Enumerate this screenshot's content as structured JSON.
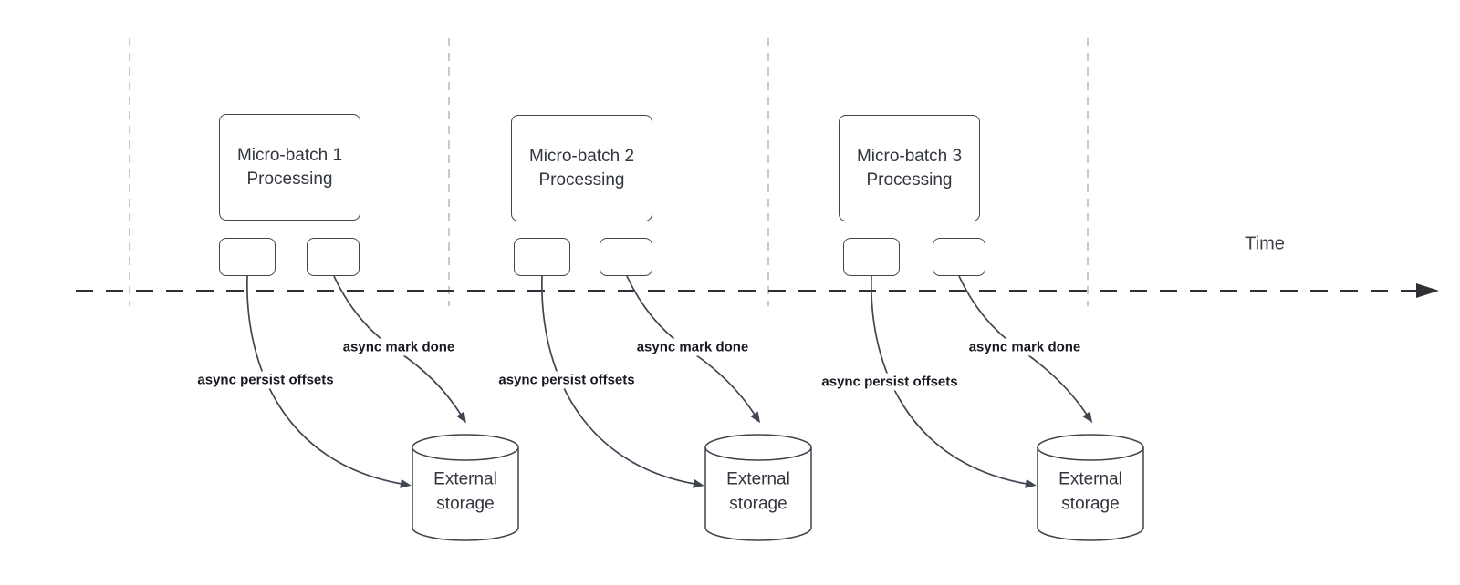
{
  "time_axis": {
    "label": "Time"
  },
  "groups": [
    {
      "box_label": "Micro-batch 1\nProcessing",
      "persist_label": "async persist offsets",
      "mark_done_label": "async mark done",
      "storage_label": "External\nstorage"
    },
    {
      "box_label": "Micro-batch 2\nProcessing",
      "persist_label": "async persist offsets",
      "mark_done_label": "async mark done",
      "storage_label": "External\nstorage"
    },
    {
      "box_label": "Micro-batch 3\nProcessing",
      "persist_label": "async persist offsets",
      "mark_done_label": "async mark done",
      "storage_label": "External\nstorage"
    }
  ],
  "colors": {
    "background": "#ffffff",
    "axis": "#2e3033",
    "gridline": "#b6b8ba",
    "curve": "#3f4551",
    "shape_border": "#40444d",
    "shape_text": "#32363e",
    "label_text": "#171a20"
  }
}
